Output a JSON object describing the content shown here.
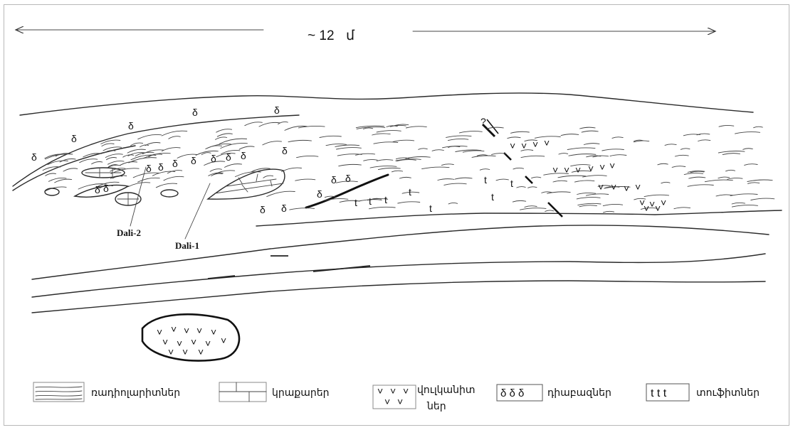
{
  "scale": {
    "value": "~ 12",
    "unit": "մ"
  },
  "question_mark": "?",
  "symbols": {
    "diabase": "δ",
    "tuff": "t",
    "volcanic": "˅"
  },
  "samples": [
    {
      "label": "Dali-2"
    },
    {
      "label": "Dali-1"
    }
  ],
  "legend": [
    {
      "key": "radiolarites",
      "label": "ռադիոլարիտներ"
    },
    {
      "key": "limestones",
      "label": "կրաքարեր"
    },
    {
      "key": "volcanites",
      "label_line1": "վուլկանիտ",
      "label_line2": "ներ"
    },
    {
      "key": "diabases",
      "swatch": "δ δ δ",
      "label": "դիաբազներ"
    },
    {
      "key": "tuffs",
      "swatch": "t t t",
      "label": "տուֆիտներ"
    }
  ],
  "colors": {
    "line": "#2a2a2a",
    "frame": "#b8b8b8",
    "background": "#ffffff"
  }
}
